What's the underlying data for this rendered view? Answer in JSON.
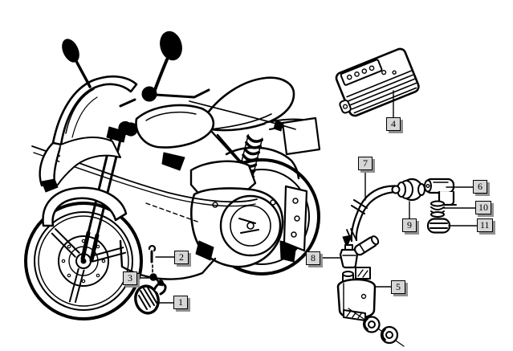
{
  "colors": {
    "background": "#ffffff",
    "line": "#000000",
    "callout_face": "#d6d6d6",
    "callout_shadow": "#8f8f8f",
    "callout_border": "#000000"
  },
  "callouts": {
    "items": [
      {
        "label": "1"
      },
      {
        "label": "2"
      },
      {
        "label": "3"
      },
      {
        "label": "4"
      },
      {
        "label": "5"
      },
      {
        "label": "6"
      },
      {
        "label": "7"
      },
      {
        "label": "8"
      },
      {
        "label": "9"
      },
      {
        "label": "10"
      },
      {
        "label": "11"
      }
    ]
  }
}
